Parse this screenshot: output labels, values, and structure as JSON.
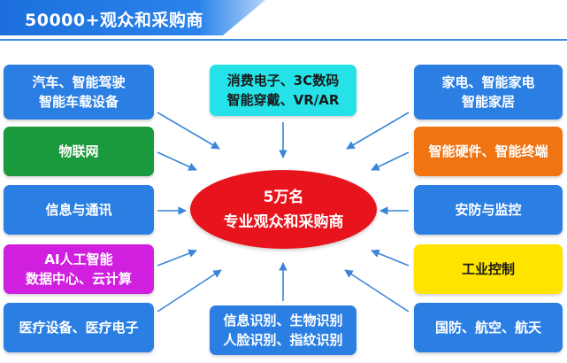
{
  "banner": {
    "title": "50000+观众和采购商"
  },
  "center": {
    "line1": "5万名",
    "line2": "专业观众和采购商"
  },
  "colors": {
    "banner": "#1c6fdc",
    "blue": "#2b7fe3",
    "green": "#1a9a3c",
    "orange": "#f07412",
    "purple": "#d11fe0",
    "cyan": "#24e2e8",
    "yellow": "#ffe400",
    "center": "#e8141d",
    "arrow": "#3b86d8"
  },
  "left": [
    {
      "lines": [
        "汽车、智能驾驶",
        "智能车载设备"
      ],
      "color": "blue"
    },
    {
      "lines": [
        "物联网"
      ],
      "color": "green"
    },
    {
      "lines": [
        "信息与通讯"
      ],
      "color": "blue"
    },
    {
      "lines": [
        "AI人工智能",
        "数据中心、云计算"
      ],
      "color": "purple"
    },
    {
      "lines": [
        "医疗设备、医疗电子"
      ],
      "color": "blue"
    }
  ],
  "right": [
    {
      "lines": [
        "家电、智能家电",
        "智能家居"
      ],
      "color": "blue"
    },
    {
      "lines": [
        "智能硬件、智能终端"
      ],
      "color": "orange"
    },
    {
      "lines": [
        "安防与监控"
      ],
      "color": "blue"
    },
    {
      "lines": [
        "工业控制"
      ],
      "color": "yellow"
    },
    {
      "lines": [
        "国防、航空、航天"
      ],
      "color": "blue"
    }
  ],
  "top": {
    "lines": [
      "消费电子、3C数码",
      "智能穿戴、VR/AR"
    ],
    "color": "cyan"
  },
  "bottom": {
    "lines": [
      "信息识别、生物识别",
      "人脸识别、指纹识别"
    ],
    "color": "blue"
  }
}
